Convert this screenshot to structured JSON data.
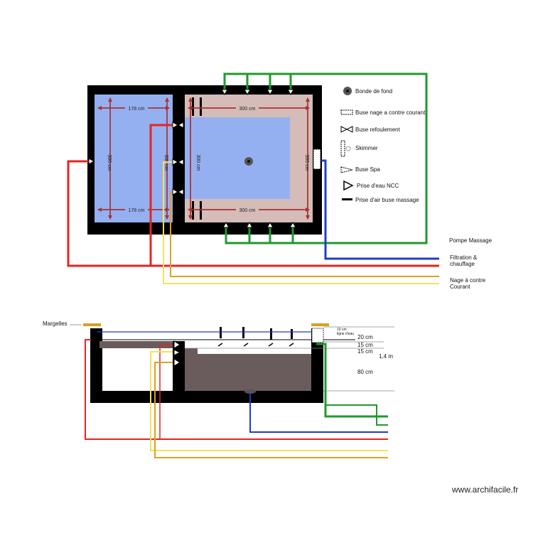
{
  "legend": {
    "bonde": "Bonde de fond",
    "buse_nage": "Buse nage a contre courant",
    "buse_refoulement": "Buse refoulement",
    "skimmer": "Skimmer",
    "buse_spa": "Buse Spa",
    "prise_ncc": "Prise d'eau NCC",
    "prise_air": "Prise d'air buse  massage"
  },
  "pipes": {
    "pompe_massage": "Pompe Massage",
    "filtration_1": "Filtration &",
    "filtration_2": "chauffage",
    "nage_1": "Nage à contre",
    "nage_2": "Courant"
  },
  "dimensions": {
    "left_top": "178 cm",
    "left_bottom": "178 cm",
    "left_height": "300 cm",
    "mid_height": "300 cm",
    "right_top": "300 cm",
    "right_bottom": "300 cm",
    "right_left_height": "300 cm",
    "right_right_height": "300 cm"
  },
  "section": {
    "margelles": "Margelles",
    "d10": "10 cm",
    "ligne_eau": "ligne d'eau",
    "d20": "20 cm",
    "d15a": "15 cm",
    "d15b": "15 cm",
    "d14": "1,4 m",
    "d80": "80 cm"
  },
  "watermark": "www.archifacile.fr",
  "colors": {
    "wall": "#000000",
    "water": "#95b0f1",
    "deck": "#d5bcb8",
    "red": "#e52421",
    "green": "#1f9a2b",
    "blue": "#1f3ec4",
    "yellow": "#f6e05a",
    "orange": "#e0a020",
    "dim": "#a83232",
    "dark_water": "#6a5c5c"
  }
}
